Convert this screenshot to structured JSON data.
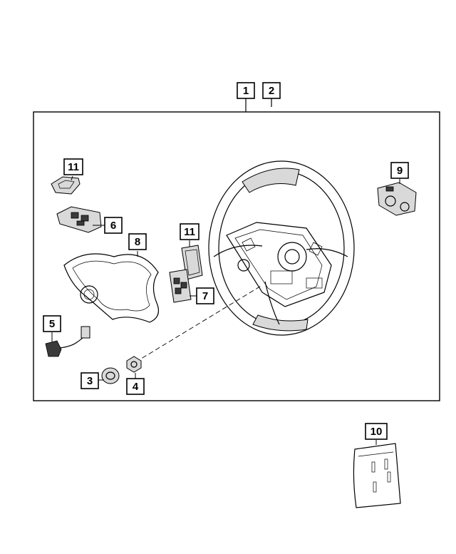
{
  "callouts": {
    "c1": "1",
    "c2": "2",
    "c3": "3",
    "c4": "4",
    "c5": "5",
    "c6": "6",
    "c7": "7",
    "c8": "8",
    "c9": "9",
    "c10": "10",
    "c11a": "11",
    "c11b": "11"
  },
  "colors": {
    "ink": "#000000",
    "paper": "#ffffff"
  }
}
